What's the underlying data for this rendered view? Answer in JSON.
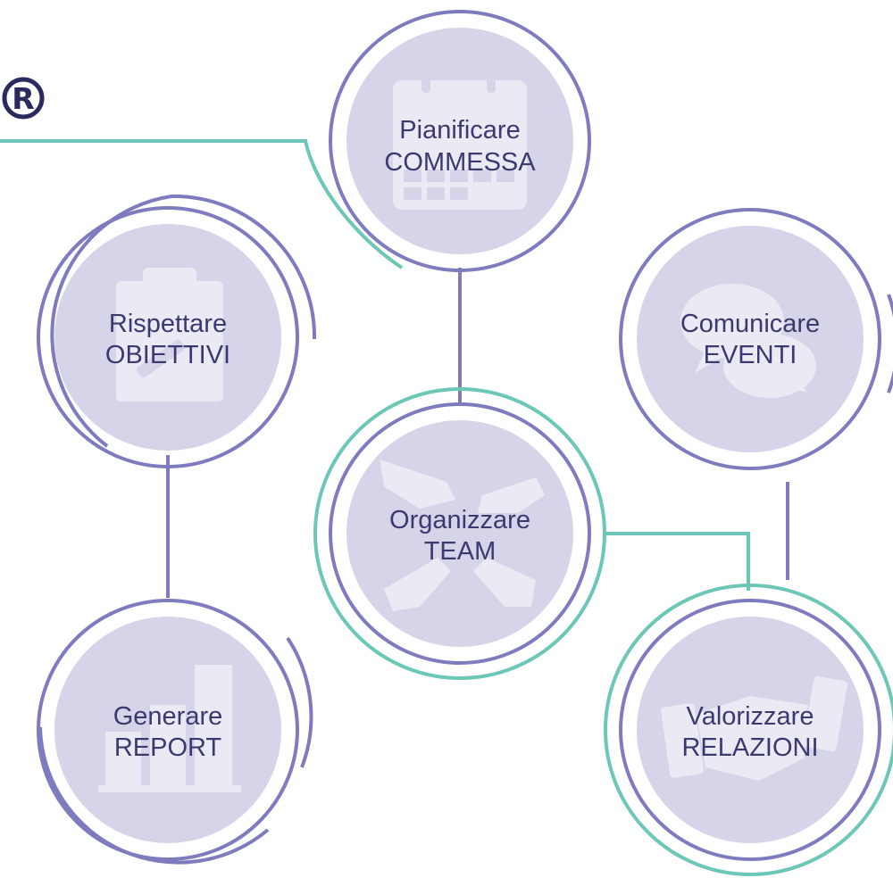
{
  "brand": {
    "registered_mark": "R"
  },
  "colors": {
    "purple_ring": "#7f7bbf",
    "teal_ring": "#6cc7b6",
    "circle_fill": "#d6d4e8",
    "icon_fill": "#ebeaf4",
    "text": "#3b3a70"
  },
  "nodes": [
    {
      "id": "pianificare",
      "line1": "Pianificare",
      "line2": "COMMESSA",
      "icon": "calendar-icon"
    },
    {
      "id": "rispettare",
      "line1": "Rispettare",
      "line2": "OBIETTIVI",
      "icon": "clipboard-icon"
    },
    {
      "id": "comunicare",
      "line1": "Comunicare",
      "line2": "EVENTI",
      "icon": "speech-bubbles-icon"
    },
    {
      "id": "organizzare",
      "line1": "Organizzare",
      "line2": "TEAM",
      "icon": "hands-icon"
    },
    {
      "id": "generare",
      "line1": "Generare",
      "line2": "REPORT",
      "icon": "bar-chart-icon"
    },
    {
      "id": "valorizzare",
      "line1": "Valorizzare",
      "line2": "RELAZIONI",
      "icon": "handshake-icon"
    }
  ]
}
